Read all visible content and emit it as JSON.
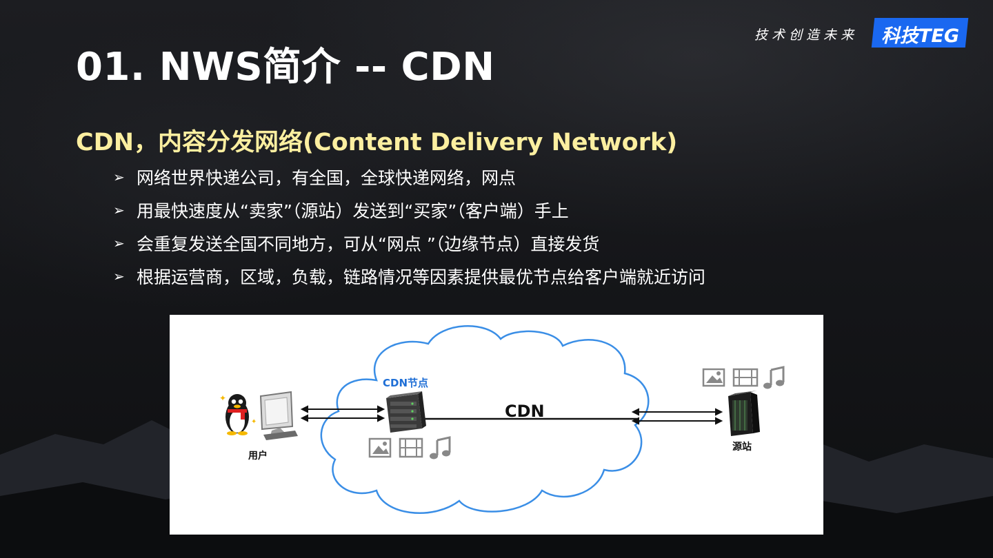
{
  "slide": {
    "title": "01. NWS简介 -- CDN",
    "slogan": "技术创造未来",
    "logo_text": "科技TEG",
    "subtitle": "CDN，内容分发网络(Content Delivery Network)",
    "bullets": [
      "网络世界快递公司，有全国，全球快递网络，网点",
      "用最快速度从“卖家”（源站）发送到“买家”（客户端）手上",
      "会重复发送全国不同地方，可从“网点 ”（边缘节点）直接发货",
      "根据运营商，区域，负载，链路情况等因素提供最优节点给客户端就近访问"
    ]
  },
  "diagram": {
    "cdn_node_label": "CDN节点",
    "cdn_label": "CDN",
    "user_label": "用户",
    "origin_label": "源站"
  },
  "colors": {
    "title": "#ffffff",
    "subtitle": "#fcefa0",
    "logo_bg": "#1a68f0",
    "cloud_stroke": "#3a8ee6",
    "cdn_node_label": "#1f6fd6"
  },
  "icons": [
    "arrow-bullet-icon",
    "penguin-icon",
    "monitor-icon",
    "server-icon",
    "image-icon",
    "film-icon",
    "music-icon",
    "server-rack-icon"
  ]
}
